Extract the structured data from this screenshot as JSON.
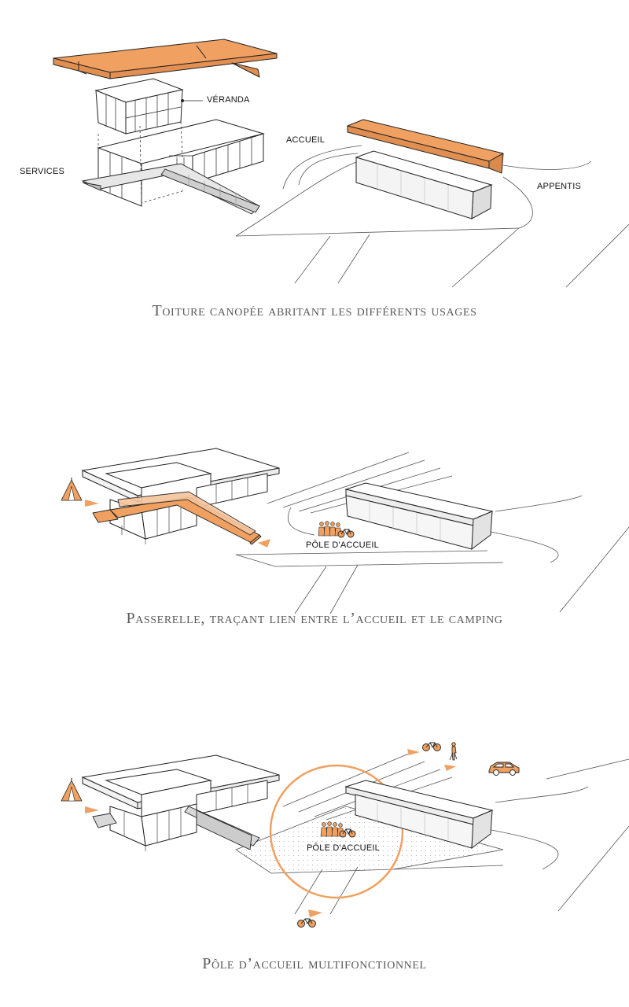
{
  "accent_color": "#f0a060",
  "line_color": "#222222",
  "panels": [
    {
      "labels": {
        "veranda": "VÉRANDA",
        "accueil": "ACCUEIL",
        "services": "SERVICES",
        "appentis": "APPENTIS"
      },
      "caption": "Toiture canopée abritant les différents usages"
    },
    {
      "labels": {
        "pole": "PÔLE D'ACCUEIL"
      },
      "icons": [
        "tent-icon",
        "people-group-icon",
        "bicycle-icon"
      ],
      "caption": "Passerelle, traçant lien entre l’accueil et le camping"
    },
    {
      "labels": {
        "pole": "PÔLE D'ACCUEIL"
      },
      "icons": [
        "tent-icon",
        "people-group-icon",
        "bicycle-icon",
        "pedestrian-icon",
        "car-icon"
      ],
      "caption": "Pôle d’accueil multifonctionnel"
    }
  ]
}
